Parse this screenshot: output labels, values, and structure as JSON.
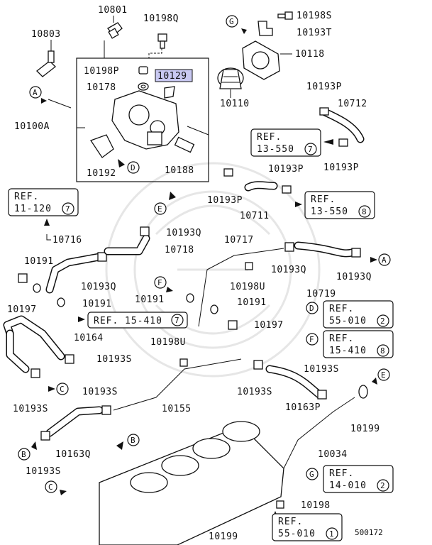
{
  "labels": {
    "p10801": "10801",
    "p10198q": "10198Q",
    "p10198s": "10198S",
    "p10193t": "10193T",
    "p10803": "10803",
    "p10118": "10118",
    "p10198p": "10198P",
    "p10129": "10129",
    "p10178": "10178",
    "p10110": "10110",
    "p10193p_a": "10193P",
    "p10712": "10712",
    "p10100a": "10100A",
    "p10193p_b": "10193P",
    "p10192": "10192",
    "p10188": "10188",
    "p10193p_c": "10193P",
    "p10193p_d": "10193P",
    "p10711": "10711",
    "p10193q_a": "10193Q",
    "p10716": "10716",
    "p10717": "10717",
    "p10718": "10718",
    "p10191_a": "10191",
    "p10193q_b": "10193Q",
    "p10193q_c": "10193Q",
    "p10193q_d": "10193Q",
    "p10198u_a": "10198U",
    "p10719": "10719",
    "p10197_a": "10197",
    "p10191_b": "10191",
    "p10191_c": "10191",
    "p10191_d": "10191",
    "p10197_b": "10197",
    "p10164": "10164",
    "p10193s_a": "10193S",
    "p10198u_b": "10198U",
    "p10193s_b": "10193S",
    "p10193s_c": "10193S",
    "p10193s_d": "10193S",
    "p10155": "10155",
    "p10193s_e": "10193S",
    "p10163p": "10163P",
    "p10199_a": "10199",
    "p10193s_f": "10193S",
    "p10163q": "10163Q",
    "p10034": "10034",
    "p10198": "10198",
    "p10199_b": "10199",
    "catalog_no": "500172"
  },
  "refs": {
    "r1": {
      "text": "REF.",
      "page": "13-550",
      "num": "7"
    },
    "r2": {
      "text": "REF.",
      "page": "11-120",
      "num": "7"
    },
    "r3": {
      "text": "REF.",
      "page": "13-550",
      "num": "8"
    },
    "r4": {
      "text": "REF.",
      "page": "15-410",
      "num": "7"
    },
    "r5": {
      "text": "REF.",
      "page": "55-010",
      "num": "2"
    },
    "r6": {
      "text": "REF.",
      "page": "15-410",
      "num": "8"
    },
    "r7": {
      "text": "REF.",
      "page": "14-010",
      "num": "2"
    },
    "r8": {
      "text": "REF.",
      "page": "55-010",
      "num": "1"
    }
  },
  "markers": {
    "D": "D",
    "E": "E",
    "F": "F",
    "G": "G",
    "A": "A",
    "B": "B",
    "C": "C"
  },
  "colors": {
    "line": "#111111",
    "highlight": "#c9c9f2"
  }
}
